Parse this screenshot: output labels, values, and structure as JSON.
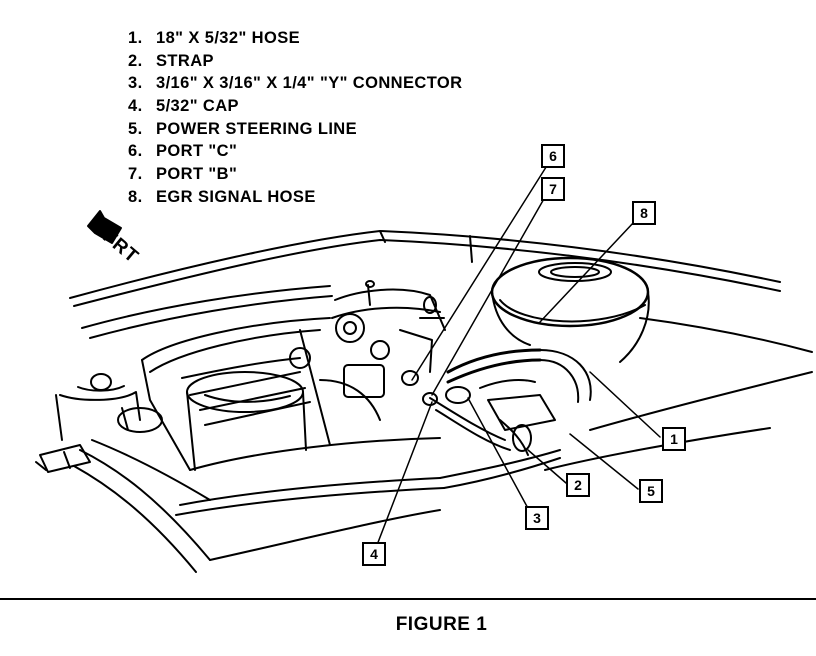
{
  "legend": [
    {
      "num": "1.",
      "label": "18\" X 5/32\" HOSE"
    },
    {
      "num": "2.",
      "label": "STRAP"
    },
    {
      "num": "3.",
      "label": "3/16\" X 3/16\" X 1/4\" \"Y\" CONNECTOR"
    },
    {
      "num": "4.",
      "label": "5/32\" CAP"
    },
    {
      "num": "5.",
      "label": "POWER STEERING LINE"
    },
    {
      "num": "6.",
      "label": "PORT \"C\""
    },
    {
      "num": "7.",
      "label": "PORT \"B\""
    },
    {
      "num": "8.",
      "label": "EGR SIGNAL HOSE"
    }
  ],
  "direction_label": "FRT",
  "callouts": [
    "1",
    "2",
    "3",
    "4",
    "5",
    "6",
    "7",
    "8"
  ],
  "caption": "FIGURE 1",
  "icons": {
    "direction": "front-direction-arrow-icon"
  }
}
